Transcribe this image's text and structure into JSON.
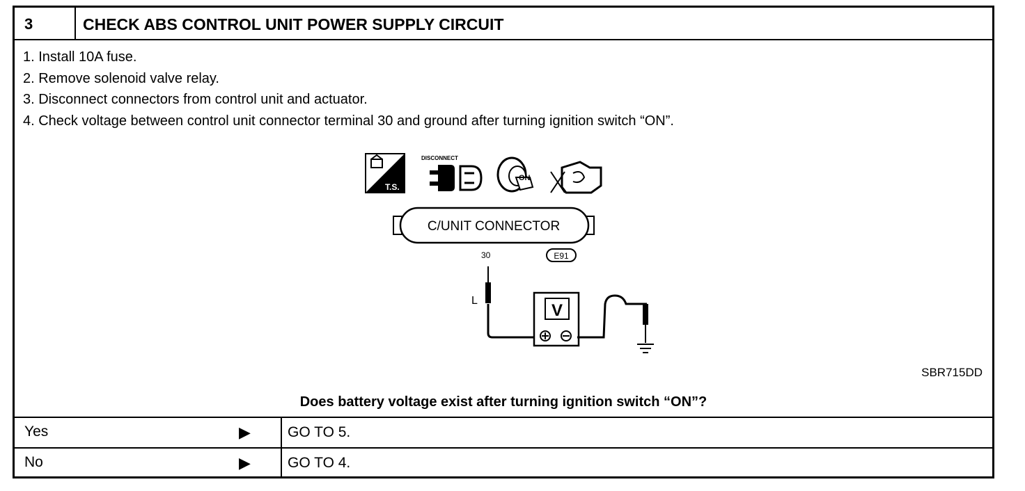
{
  "header": {
    "step_number": "3",
    "title": "CHECK ABS CONTROL UNIT POWER SUPPLY CIRCUIT"
  },
  "steps": [
    "1.  Install 10A fuse.",
    "2.  Remove solenoid valve relay.",
    "3.  Disconnect connectors from control unit and actuator.",
    "4.  Check voltage between control unit connector terminal 30 and ground after turning ignition switch “ON”."
  ],
  "diagram": {
    "icons": [
      "tester-icon",
      "disconnect-icon",
      "ignition-on-icon",
      "engine-off-icon"
    ],
    "icon_text": {
      "ts": "T.S.",
      "disconnect": "DISCONNECT",
      "on": "ON"
    },
    "connector_label": "C/UNIT CONNECTOR",
    "terminal": "30",
    "connector_code": "E91",
    "wire_color": "L",
    "meter_label": "V"
  },
  "reference_code": "SBR715DD",
  "question": "Does battery voltage exist after turning ignition switch “ON”?",
  "answers": [
    {
      "answer": "Yes",
      "arrow": "▶",
      "result": "GO TO 5."
    },
    {
      "answer": "No",
      "arrow": "▶",
      "result": "GO TO 4."
    }
  ]
}
